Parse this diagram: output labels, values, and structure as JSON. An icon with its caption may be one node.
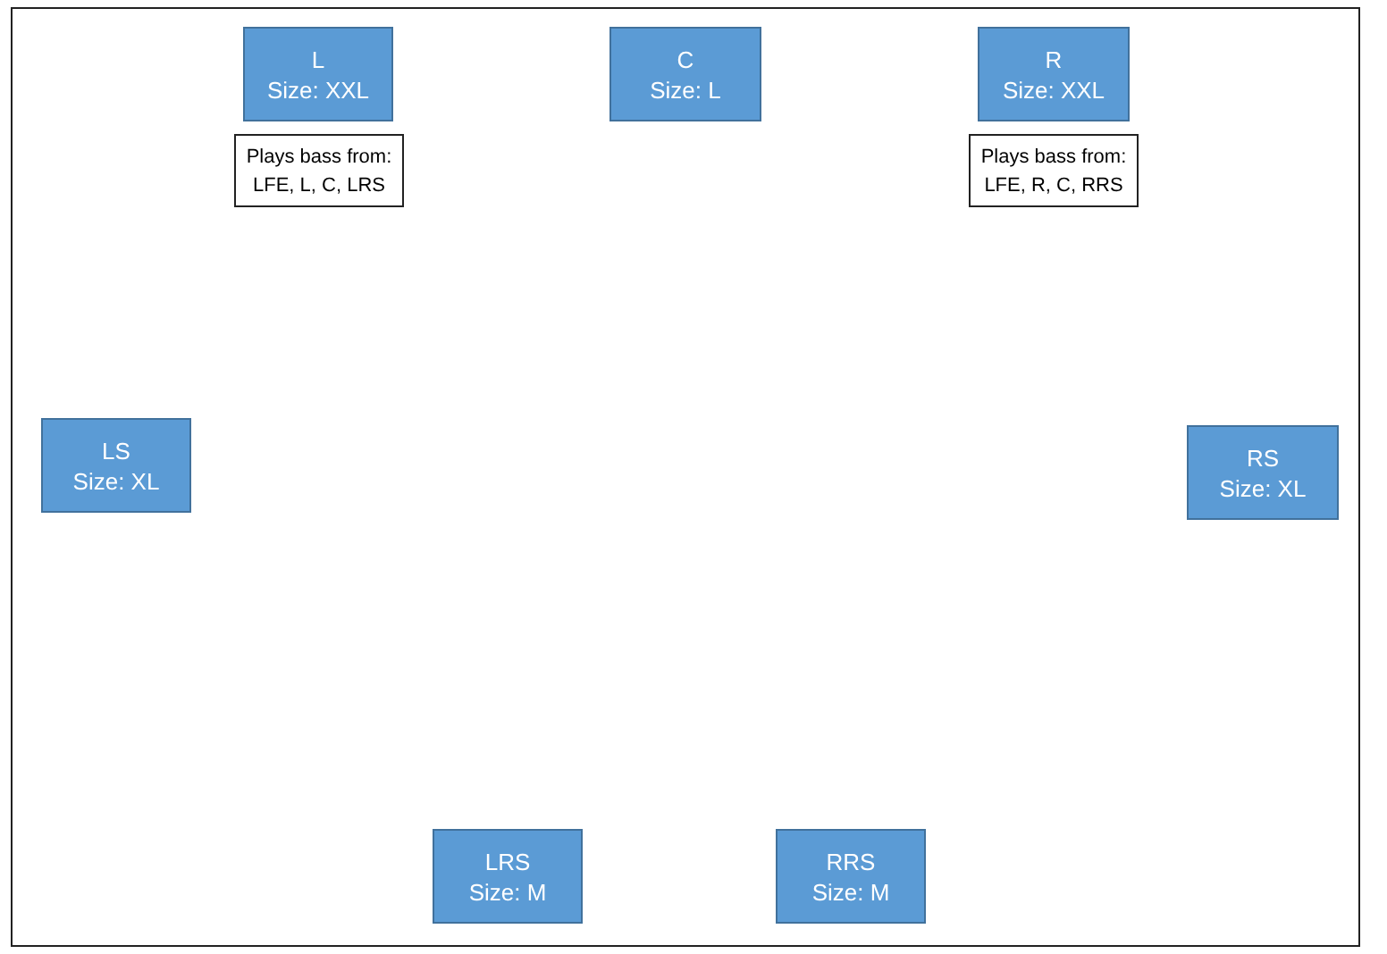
{
  "diagram": {
    "nodes": [
      {
        "text": [
          "L",
          "Size: XXL"
        ]
      },
      {
        "text": [
          "C",
          "Size: L"
        ]
      },
      {
        "text": [
          "R",
          "Size: XXL"
        ]
      },
      {
        "text": [
          "Plays bass from: LFE, L, C, LRS"
        ]
      },
      {
        "text": [
          "Plays bass from: LFE, R, C, RRS"
        ]
      },
      {
        "text": [
          "LS",
          "Size: XL"
        ]
      },
      {
        "text": [
          "RS",
          "Size: XL"
        ]
      },
      {
        "text": [
          "LRS",
          "Size: M"
        ]
      },
      {
        "text": [
          "RRS",
          "Size: M"
        ]
      }
    ]
  }
}
